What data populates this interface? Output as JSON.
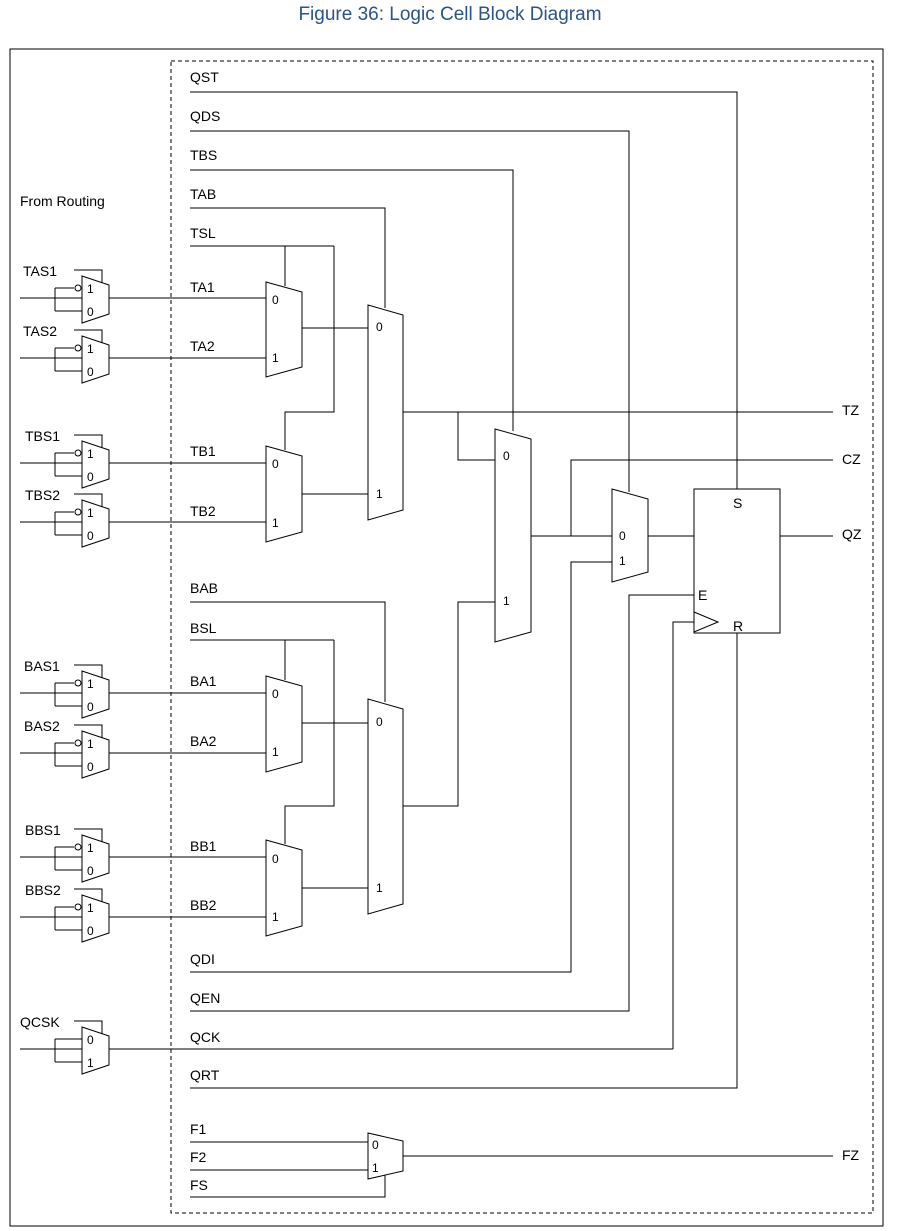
{
  "title": "Figure 36: Logic Cell Block Diagram",
  "from_routing": "From Routing",
  "input_mux_labels": [
    "TAS1",
    "TAS2",
    "TBS1",
    "TBS2",
    "BAS1",
    "BAS2",
    "BBS1",
    "BBS2",
    "QCSK"
  ],
  "signals": {
    "QST": "QST",
    "QDS": "QDS",
    "TBS": "TBS",
    "TAB": "TAB",
    "TSL": "TSL",
    "TA1": "TA1",
    "TA2": "TA2",
    "TB1": "TB1",
    "TB2": "TB2",
    "BAB": "BAB",
    "BSL": "BSL",
    "BA1": "BA1",
    "BA2": "BA2",
    "BB1": "BB1",
    "BB2": "BB2",
    "QDI": "QDI",
    "QEN": "QEN",
    "QCK": "QCK",
    "QRT": "QRT",
    "F1": "F1",
    "F2": "F2",
    "FS": "FS"
  },
  "outputs": {
    "TZ": "TZ",
    "CZ": "CZ",
    "QZ": "QZ",
    "FZ": "FZ"
  },
  "flipflop": {
    "set": "S",
    "enable": "E",
    "reset": "R"
  },
  "mux_inputs": {
    "zero": "0",
    "one": "1"
  }
}
